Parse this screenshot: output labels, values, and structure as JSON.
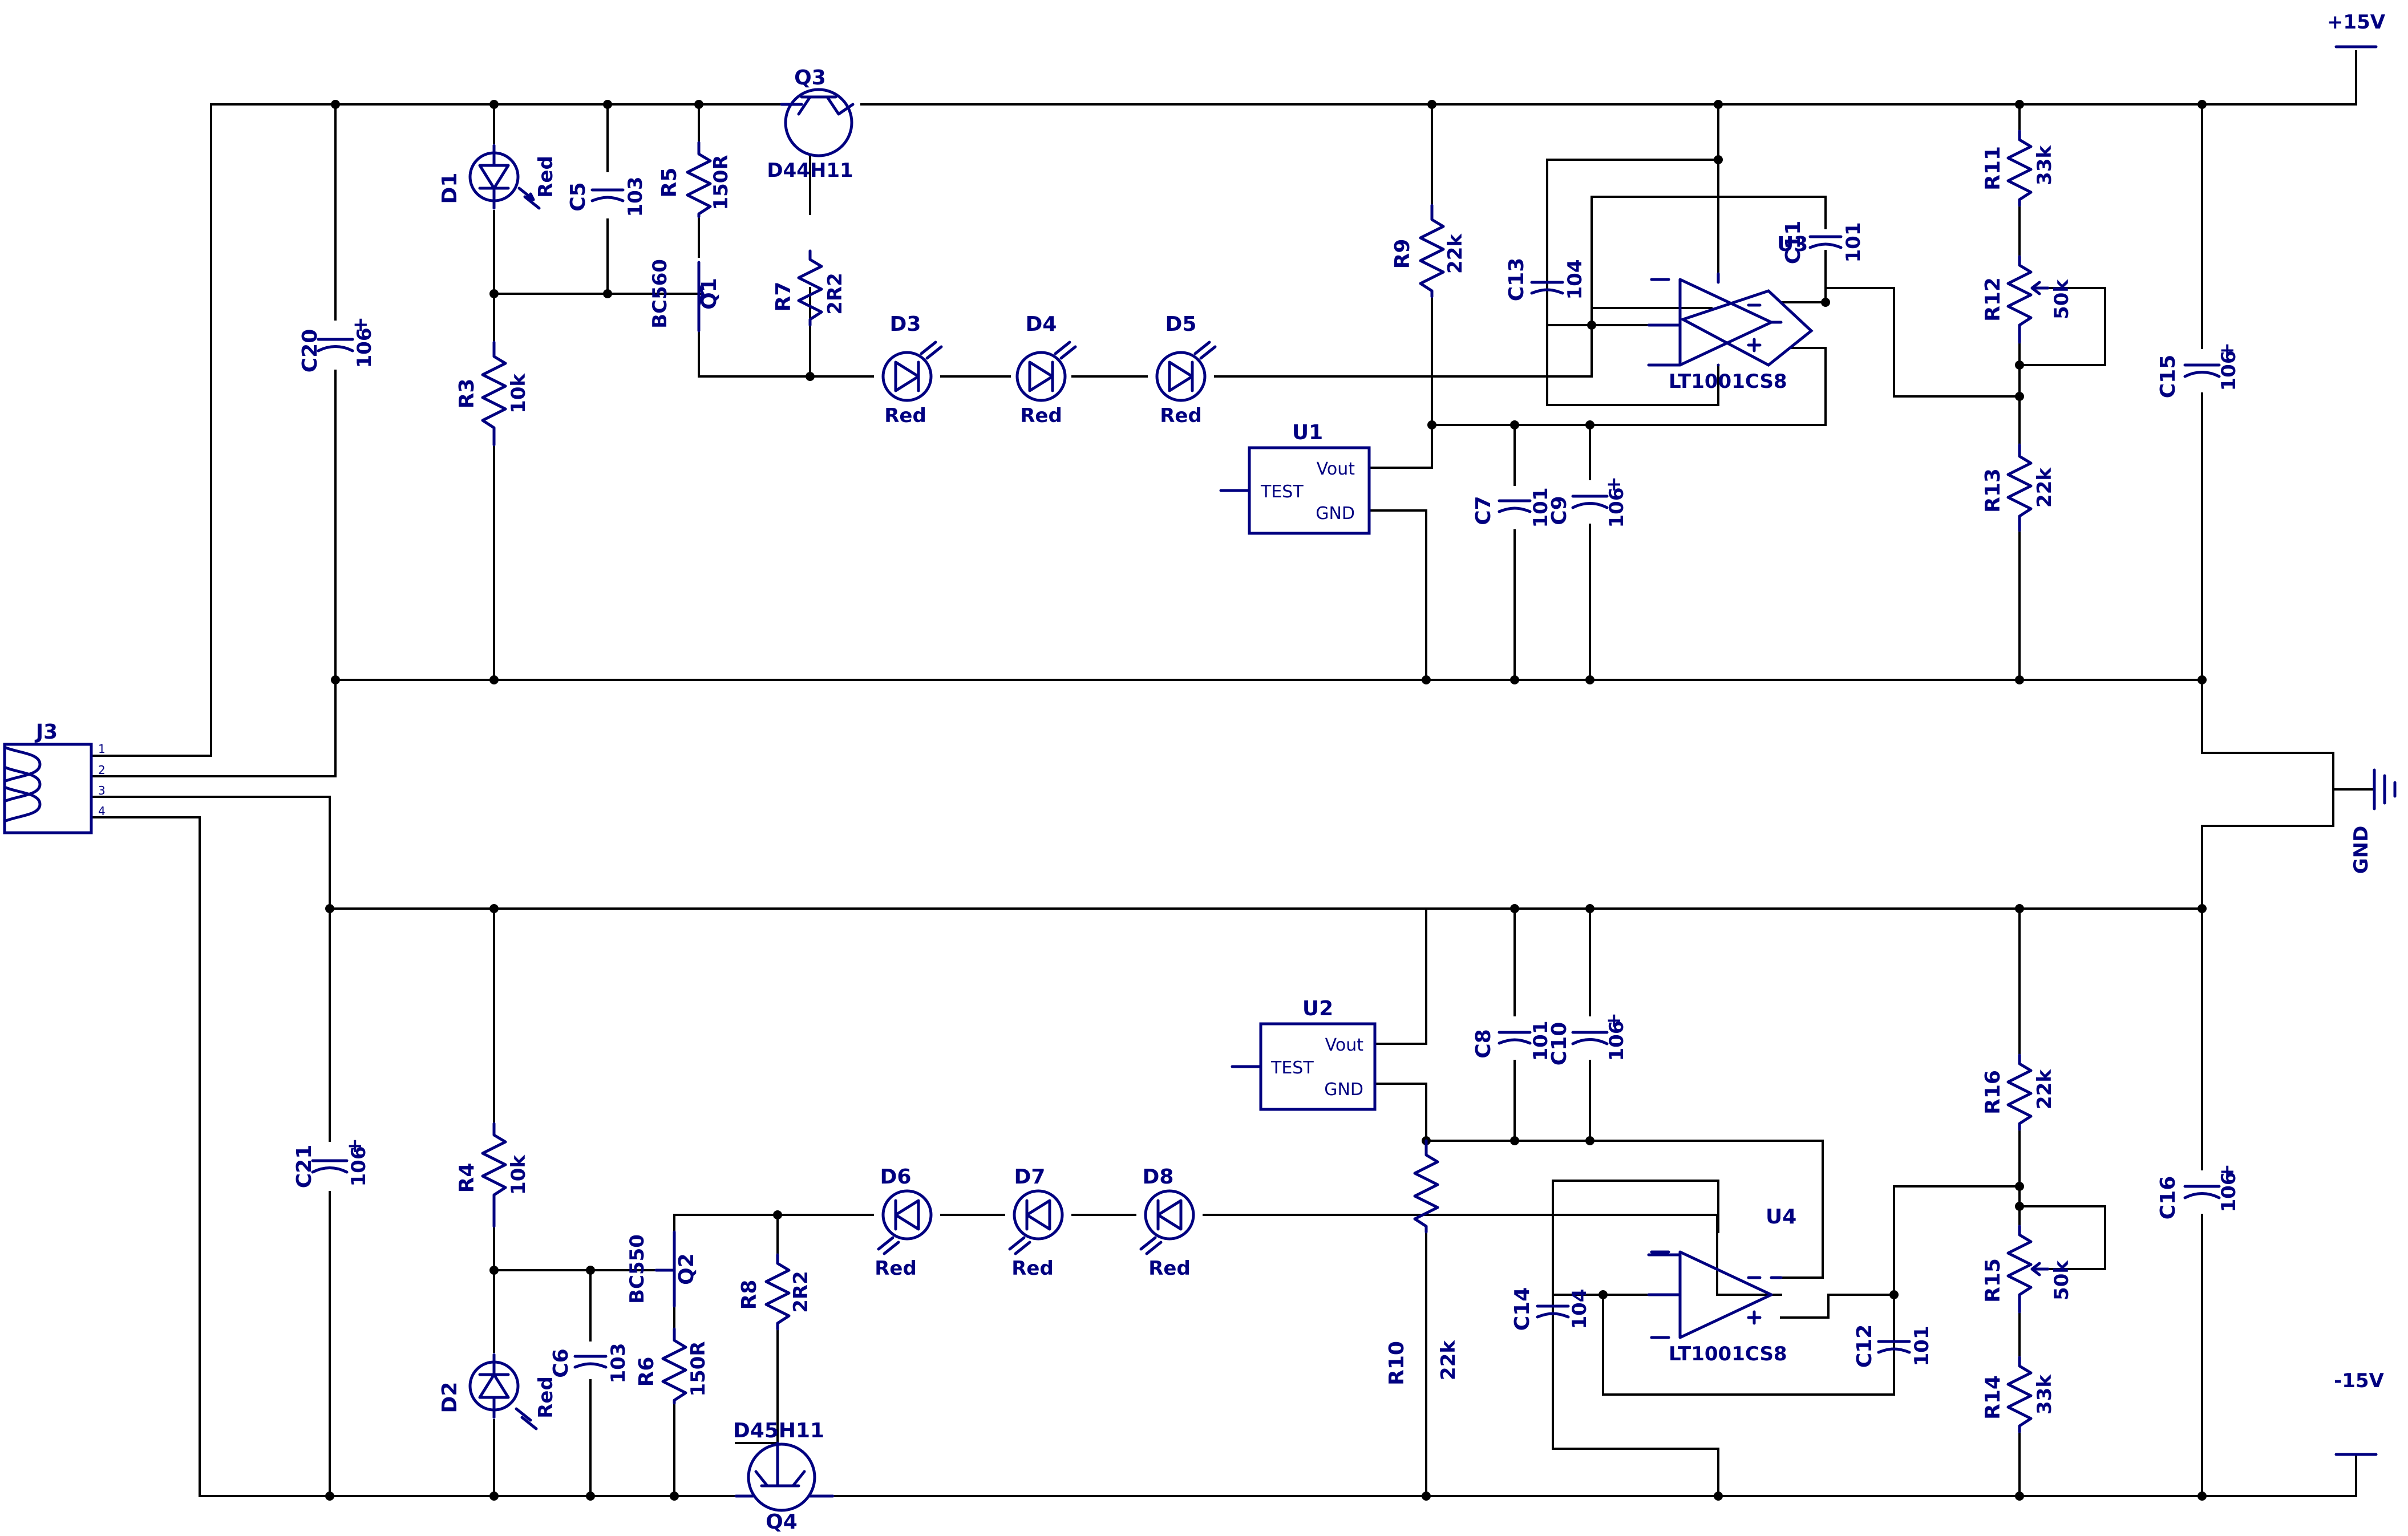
{
  "schematic": {
    "power": {
      "vplus": "+15V",
      "vminus": "-15V",
      "gnd": "GND"
    },
    "connector": {
      "ref": "J3",
      "pins": [
        "1",
        "2",
        "3",
        "4"
      ]
    },
    "capacitors": {
      "C5": {
        "ref": "C5",
        "value": "103"
      },
      "C6": {
        "ref": "C6",
        "value": "103"
      },
      "C7": {
        "ref": "C7",
        "value": "101"
      },
      "C8": {
        "ref": "C8",
        "value": "101"
      },
      "C9": {
        "ref": "C9",
        "value": "106"
      },
      "C10": {
        "ref": "C10",
        "value": "106"
      },
      "C11": {
        "ref": "C11",
        "value": "101"
      },
      "C12": {
        "ref": "C12",
        "value": "101"
      },
      "C13": {
        "ref": "C13",
        "value": "104"
      },
      "C14": {
        "ref": "C14",
        "value": "104"
      },
      "C15": {
        "ref": "C15",
        "value": "106"
      },
      "C16": {
        "ref": "C16",
        "value": "106"
      },
      "C20": {
        "ref": "C20",
        "value": "106"
      },
      "C21": {
        "ref": "C21",
        "value": "106"
      }
    },
    "resistors": {
      "R3": {
        "ref": "R3",
        "value": "10k"
      },
      "R4": {
        "ref": "R4",
        "value": "10k"
      },
      "R5": {
        "ref": "R5",
        "value": "150R"
      },
      "R6": {
        "ref": "R6",
        "value": "150R"
      },
      "R7": {
        "ref": "R7",
        "value": "2R2"
      },
      "R8": {
        "ref": "R8",
        "value": "2R2"
      },
      "R9": {
        "ref": "R9",
        "value": "22k"
      },
      "R10": {
        "ref": "R10",
        "value": "22k"
      },
      "R11": {
        "ref": "R11",
        "value": "33k"
      },
      "R14": {
        "ref": "R14",
        "value": "33k"
      },
      "R13": {
        "ref": "R13",
        "value": "22k"
      },
      "R16": {
        "ref": "R16",
        "value": "22k"
      },
      "R12": {
        "ref": "R12",
        "value": "50k"
      },
      "R15": {
        "ref": "R15",
        "value": "50k"
      }
    },
    "leds": {
      "D1": {
        "ref": "D1",
        "value": "Red"
      },
      "D2": {
        "ref": "D2",
        "value": "Red"
      },
      "D3": {
        "ref": "D3",
        "value": "Red"
      },
      "D4": {
        "ref": "D4",
        "value": "Red"
      },
      "D5": {
        "ref": "D5",
        "value": "Red"
      },
      "D6": {
        "ref": "D6",
        "value": "Red"
      },
      "D7": {
        "ref": "D7",
        "value": "Red"
      },
      "D8": {
        "ref": "D8",
        "value": "Red"
      }
    },
    "transistors": {
      "Q1": {
        "ref": "Q1",
        "value": "BC560"
      },
      "Q2": {
        "ref": "Q2",
        "value": "BC550"
      },
      "Q3": {
        "ref": "Q3",
        "value": "D44H11"
      },
      "Q4": {
        "ref": "Q4",
        "value": "D45H11"
      }
    },
    "opamps": {
      "U3": {
        "ref": "U3",
        "value": "LT1001CS8"
      },
      "U4": {
        "ref": "U4",
        "value": "LT1001CS8"
      }
    },
    "references": {
      "U1": {
        "ref": "U1",
        "test": "TEST",
        "vout": "Vout",
        "gnd": "GND"
      },
      "U2": {
        "ref": "U2",
        "test": "TEST",
        "vout": "Vout",
        "gnd": "GND"
      }
    },
    "colors": {
      "symbol": "#000080",
      "wire": "#000000",
      "background": "#ffffff"
    }
  }
}
